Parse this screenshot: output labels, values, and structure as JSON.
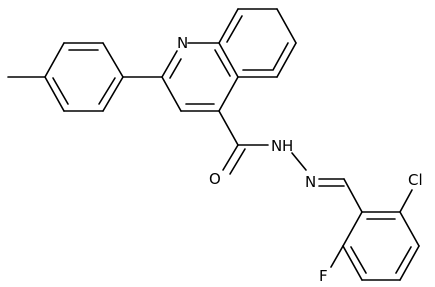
{
  "atom_labels": {
    "quinoline_n": "N",
    "carbonyl_o": "O",
    "hydrazone_nh": "N",
    "hydrazone_h": "H",
    "hydrazone_n": "N",
    "chloro": "Cl",
    "fluoro": "F"
  },
  "colors": {
    "bond": "#000000",
    "background": "#ffffff"
  }
}
